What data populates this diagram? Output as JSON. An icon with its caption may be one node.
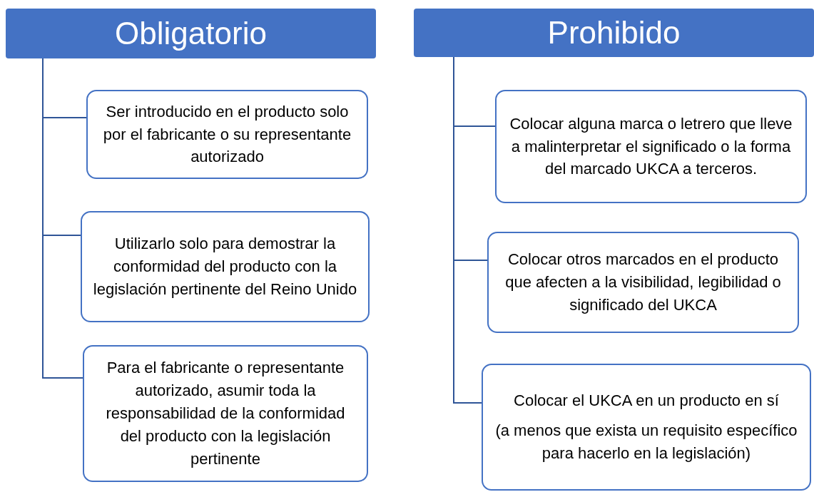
{
  "diagram": {
    "nodes": [
      {
        "text": [
          "Obligatorio"
        ]
      },
      {
        "text": [
          "Ser introducido en el producto solo por el fabricante o su representante autorizado"
        ]
      },
      {
        "text": [
          "Utilizarlo solo para demostrar la conformidad del producto con la legislación pertinente del Reino Unido"
        ]
      },
      {
        "text": [
          "Para el  fabricante o representante autorizado, asumir toda la responsabilidad de la conformidad del producto con la legislación pertinente"
        ]
      },
      {
        "text": [
          "Prohibido"
        ]
      },
      {
        "text": [
          "Colocar alguna marca o letrero que lleve a malinterpretar el significado o la forma del marcado UKCA a terceros."
        ]
      },
      {
        "text": [
          "Colocar otros marcados en el producto que afecten a la visibilidad, legibilidad o significado del UKCA"
        ]
      },
      {
        "text": [
          "Colocar el UKCA en un producto en sí",
          "(a menos que exista un requisito específico para hacerlo en la legislación)"
        ]
      }
    ],
    "edges": [
      {
        "from": 0,
        "to": 1,
        "arrow": "none"
      },
      {
        "from": 0,
        "to": 2,
        "arrow": "none"
      },
      {
        "from": 0,
        "to": 3,
        "arrow": "none"
      },
      {
        "from": 4,
        "to": 5,
        "arrow": "none"
      },
      {
        "from": 4,
        "to": 6,
        "arrow": "none"
      },
      {
        "from": 4,
        "to": 7,
        "arrow": "none"
      }
    ]
  }
}
